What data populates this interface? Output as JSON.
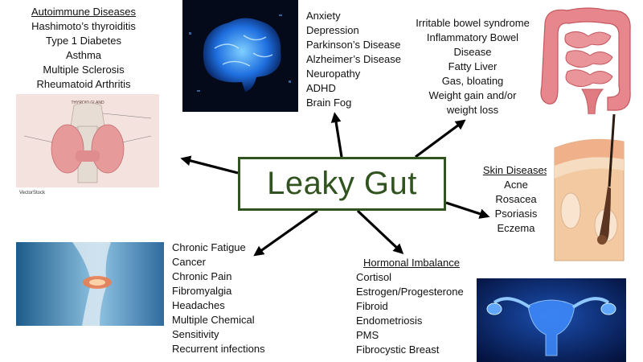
{
  "center_label": "Leaky Gut",
  "autoimmune": {
    "heading": "Autoimmune Diseases",
    "items": [
      "Hashimoto’s thyroiditis",
      "Type 1 Diabetes",
      "Asthma",
      "Multiple Sclerosis",
      "Rheumatoid Arthritis"
    ]
  },
  "neuro": {
    "items": [
      "Anxiety",
      "Depression",
      "Parkinson’s Disease",
      "Alzheimer’s Disease",
      "Neuropathy",
      "ADHD",
      "Brain Fog"
    ]
  },
  "digestive": {
    "items": [
      "Irritable bowel syndrome",
      "Inflammatory Bowel",
      "Disease",
      "Fatty Liver",
      "Gas, bloating",
      "Weight gain and/or",
      "weight loss"
    ]
  },
  "skin": {
    "heading": "Skin Diseases",
    "items": [
      "Acne",
      "Rosacea",
      "Psoriasis",
      "Eczema"
    ]
  },
  "chronic": {
    "items": [
      "Chronic Fatigue",
      "Cancer",
      "Chronic Pain",
      "Fibromyalgia",
      "Headaches",
      "Multiple Chemical",
      "Sensitivity",
      "Recurrent infections"
    ]
  },
  "hormonal": {
    "heading": "Hormonal Imbalance",
    "items": [
      "Cortisol",
      "Estrogen/Progesterone",
      "Fibroid",
      "Endometriosis",
      "PMS",
      "Fibrocystic Breast"
    ]
  },
  "thyroid_image": {
    "label": "THYROID GLAND",
    "credit": "VectorStock"
  },
  "colors": {
    "box_border": "#31531f",
    "box_text": "#31531f",
    "arrow": "#000000"
  },
  "icons": [
    "brain-image",
    "intestines-image",
    "thyroid-image",
    "skin-image",
    "knee-image",
    "uterus-image"
  ]
}
